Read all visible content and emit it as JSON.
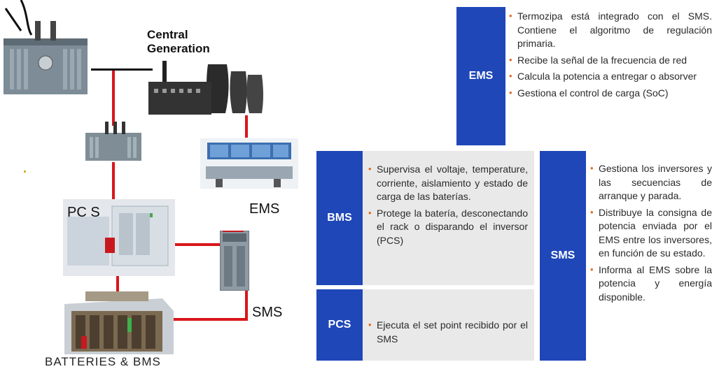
{
  "diagram": {
    "central_generation": "Central Generation",
    "ems_label": "EMS",
    "pcs_label": "PC S",
    "sms_label": "SMS",
    "bottom_caption": "BATTERIES & BMS"
  },
  "boxes": {
    "ems": {
      "title": "EMS",
      "items": [
        "Termozipa está integrado con el SMS. Contiene el algoritmo de regulación primaria.",
        "Recibe la señal de la frecuencia de red",
        "Calcula la potencia a entregar o absorver",
        "Gestiona el control de carga (SoC)"
      ]
    },
    "bms": {
      "title": "BMS",
      "items": [
        "Supervisa el voltaje, temperature, corriente, aislamiento y estado de carga de las baterías.",
        "Protege la batería, desconectando el rack o disparando el inversor (PCS)"
      ]
    },
    "pcs": {
      "title": "PCS",
      "items": [
        "Ejecuta el set point recibido por el SMS"
      ]
    },
    "sms": {
      "title": "SMS",
      "items": [
        "Gestiona los inversores y las secuencias de arranque y parada.",
        "Distribuye la consigna de potencia enviada por el EMS entre los inversores, en función de su estado.",
        "Informa al EMS sobre la potencia y energía disponible."
      ]
    }
  },
  "colors": {
    "box_blue": "#1f47b8",
    "line_red": "#d9161c",
    "bullet_orange": "#e36a1c",
    "panel_grey": "#e9e9e9"
  }
}
